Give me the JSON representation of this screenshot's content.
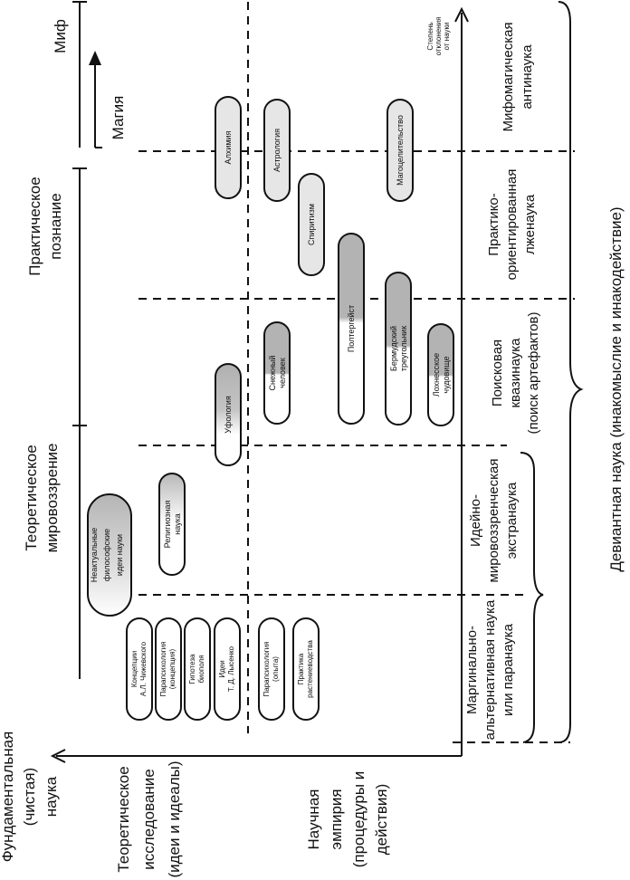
{
  "title_axis_x": {
    "left_label": [
      "Фундаментальная",
      "(чистая)",
      "наука"
    ],
    "right_label": [
      "Степень",
      "отклонения",
      "от науки"
    ]
  },
  "top_scale": {
    "myth": "Миф",
    "magic": "Магия",
    "practical": [
      "Практическое",
      "познание"
    ],
    "theoretical": [
      "Теоретическое",
      "мировоззрение"
    ]
  },
  "rows": {
    "theoretical_research": [
      "Теоретическое",
      "исследование",
      "(идеи и идеалы)"
    ],
    "scientific_empiricism": [
      "Научная",
      "эмпирия",
      "(процедуры и",
      "действия)"
    ]
  },
  "categories": {
    "mythomagic": [
      "Мифомагическая",
      "антинаука"
    ],
    "pseudoscience": [
      "Практико-",
      "ориентированная",
      "лженаука"
    ],
    "quasiscience": [
      "Поисковая",
      "квазинаука",
      "(поиск артефактов)"
    ],
    "extrascience": [
      "Идейно-",
      "мировоззренческая",
      "экстранаука"
    ],
    "parascience": [
      "Маргинально-",
      "альтернативная наука",
      "или паранаука"
    ],
    "deviant": "Девиантная наука (инакомыслие и инакодействие)"
  },
  "items": {
    "alchemy": [
      "Алхимия"
    ],
    "astrology": [
      "Астрология"
    ],
    "magic_healing": [
      "Магоцелительство"
    ],
    "spiritism": [
      "Спиритизм"
    ],
    "poltergeist": [
      "Полтергейст"
    ],
    "bermuda": [
      "Бермудский",
      "треугольник"
    ],
    "bigfoot": [
      "Снежный",
      "человек"
    ],
    "nessie": [
      "Лохнесское",
      "чудовище"
    ],
    "ufology": [
      "Уфология"
    ],
    "religious_science": [
      "Религиозная",
      "наука"
    ],
    "obsolete_philosophy": [
      "Неактуальные",
      "философские",
      "идеи науки"
    ],
    "chizhevsky": [
      "Концепции",
      "А.Л. Чижевского"
    ],
    "parapsych_concept": [
      "Парапсихология",
      "(концепция)"
    ],
    "biofield": [
      "Гипотеза",
      "биополя"
    ],
    "lysenko": [
      "Идеи",
      "Т. Д. Лысенко"
    ],
    "parapsych_exp": [
      "Парапсихология",
      "(опыта)"
    ],
    "plant_growing": [
      "Практика",
      "растениеводства"
    ]
  },
  "colors": {
    "line": "#111111",
    "pill_light": "#e6e6e6",
    "pill_dark": "#b8b8b8",
    "background": "#ffffff"
  }
}
